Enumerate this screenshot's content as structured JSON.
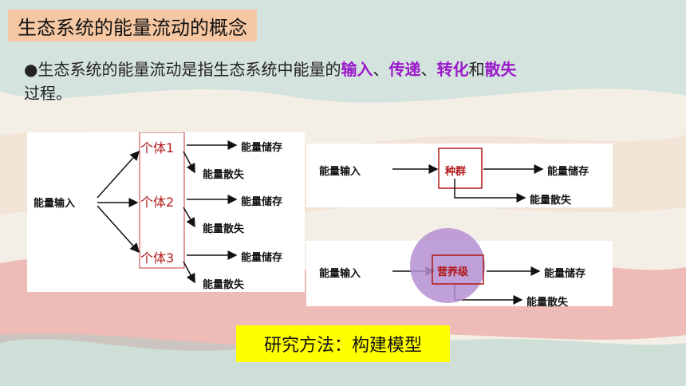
{
  "slide": {
    "title": "生态系统的能量流动的概念",
    "bullet": {
      "marker": "●",
      "text_1": "生态系统的能量流动是指生态系统中能量的",
      "input": "输入",
      "sep_1": "、",
      "transfer": "传递",
      "sep_2": "、",
      "transform": "转化",
      "and": "和",
      "dissipate": "散失",
      "text_2": "过程。"
    },
    "method": "研究方法：构建模型"
  },
  "diagrams": {
    "individual": {
      "input": "能量输入",
      "nodes": [
        "个体1",
        "个体2",
        "个体3"
      ],
      "store": "能量储存",
      "loss": "能量散失"
    },
    "population": {
      "input": "能量输入",
      "node": "种群",
      "store": "能量储存",
      "loss": "能量散失"
    },
    "trophic": {
      "input": "能量输入",
      "node": "营养级",
      "store": "能量储存",
      "loss": "能量散失"
    }
  },
  "colors": {
    "highlight": "#9a18c9",
    "title_bg": "#f5c7a2",
    "method_bg": "#ffff00",
    "circle": "#b58fd1"
  }
}
